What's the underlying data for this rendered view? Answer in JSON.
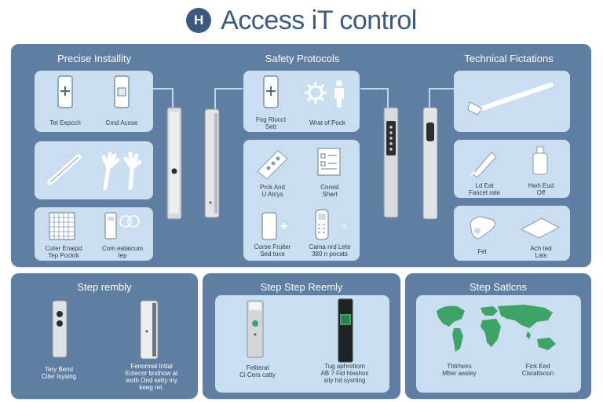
{
  "header": {
    "logo_letter": "H",
    "title": "Access iT control"
  },
  "colors": {
    "panel": "#5f7ea1",
    "card": "#c9def0",
    "title": "#3b5a7e",
    "map_land": "#3fa267",
    "map_ocean": "#c9def0"
  },
  "top_panel": {
    "columns": [
      {
        "title": "Precise Installity"
      },
      {
        "title": "Safety Protocols"
      },
      {
        "title": "Technical Fictations"
      }
    ],
    "left_cards": [
      {
        "labels": [
          "Tet Eepcch",
          "Cmd Acose"
        ],
        "icons": [
          "phone-plus-icon",
          "phone-screen-icon"
        ]
      },
      {
        "labels": [],
        "icons": [
          "wand-tool-icon",
          "gloves-icon"
        ]
      },
      {
        "labels": [
          "Coter Enaipd\nTep Pockrk",
          "Com eatatcum\nIep"
        ],
        "icons": [
          "grid-panel-icon",
          "remote-rings-icon"
        ]
      }
    ],
    "middle_cards": [
      {
        "labels": [
          "Fog Rlocct\nSett",
          "Wrat of Pock"
        ],
        "icons": [
          "phone-plus-icon",
          "gear-person-icon"
        ]
      },
      {
        "labels": [
          "Prck And\nU Atcys",
          "Corest\nShert",
          "Corse Fruiter\nSed toce",
          "Cama nrd Lete\n380 n pocats",
          "Is"
        ],
        "icons": [
          "perforated-plate-icon",
          "checklist-icon",
          "phone-plus-icon",
          "handset-icon"
        ]
      }
    ],
    "right_cards": [
      {
        "labels": [],
        "icons": [
          "wrench-pole-icon"
        ]
      },
      {
        "labels": [
          "Ld Eat\nFascet rate",
          "Hwh Eud\nOff"
        ],
        "icons": [
          "pen-tool-icon",
          "bottle-icon"
        ]
      },
      {
        "labels": [
          "Fet",
          "Ach ted\nLats"
        ],
        "icons": [
          "key-tag-icon",
          "sheet-icon"
        ]
      }
    ]
  },
  "bottom_panels": [
    {
      "title": "Step rembly",
      "labels": [
        "Tery Bend\nCiter Isysing",
        "Fenormal Inttal\nEotecor brsthow at\nwoth Ond setty iny\nkeeg ret."
      ],
      "icons": [
        "reader-two-dots-icon",
        "reader-slim-icon"
      ]
    },
    {
      "title": "Step Step Reemly",
      "labels": [
        "Feliteral\nCi Cers catty",
        "Tug aphrettom\nAB ? Fid hteshos\nsity hd sysrting"
      ],
      "icons": [
        "reader-green-icon",
        "reader-dark-icon"
      ]
    },
    {
      "title": "Step Satlcns",
      "labels": [
        "Thtrheirs\nMber asstey",
        "Fick Eed\nCisrattsoun"
      ],
      "icons": [
        "world-map-icon"
      ]
    }
  ]
}
